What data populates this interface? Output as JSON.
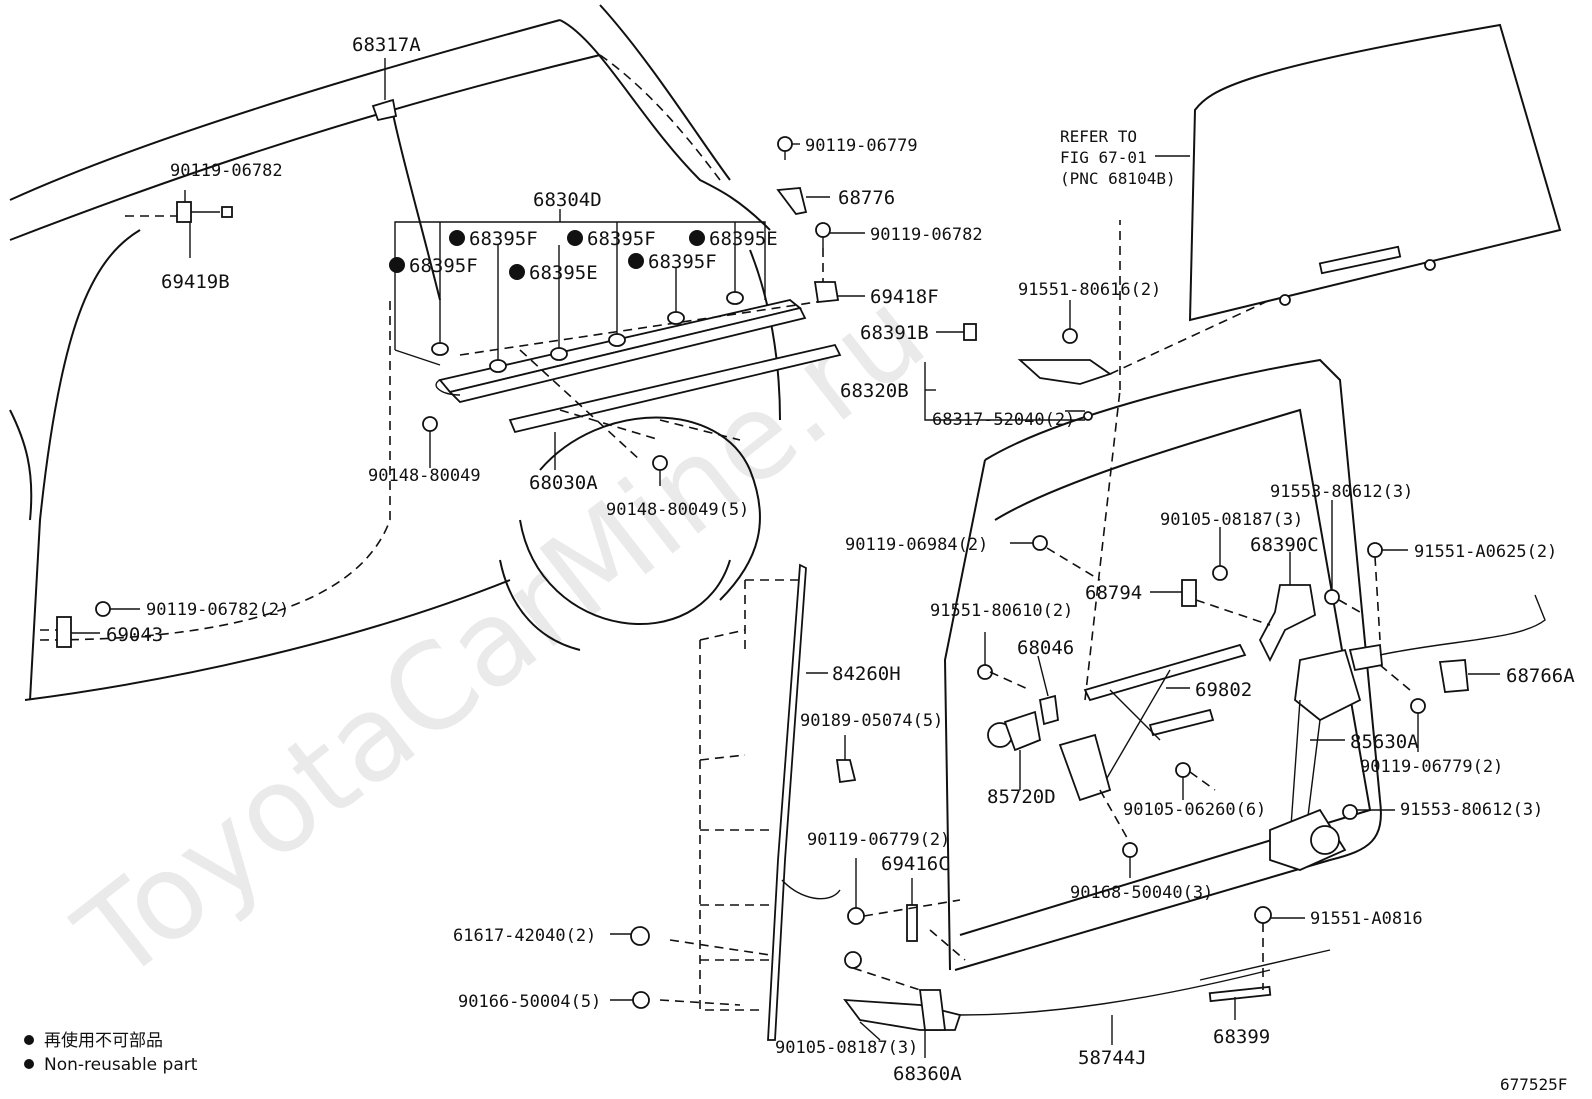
{
  "watermark": "ToyotaCarMine.ru",
  "figure_code": "677525F",
  "labels": {
    "p68317A": "68317A",
    "p90119_06782_top": "90119-06782",
    "p69419B": "69419B",
    "p68304D": "68304D",
    "p68395F_1": "68395F",
    "p68395F_2": "68395F",
    "p68395F_3": "68395F",
    "p68395F_4": "68395F",
    "p68395E_1": "68395E",
    "p68395E_2": "68395E",
    "p90119_06779_top": "90119-06779",
    "p68776": "68776",
    "p90119_06782_mid": "90119-06782",
    "p69418F": "69418F",
    "p68391B": "68391B",
    "p68320B": "68320B",
    "p68317_52040": "68317-52040(2)",
    "p91551_80616": "91551-80616(2)",
    "p90148_80049": "90148-80049",
    "p68030A": "68030A",
    "p90148_80049_5": "90148-80049(5)",
    "p90119_06782_2": "90119-06782(2)",
    "p69043": "69043",
    "p84260H": "84260H",
    "p90189_05074": "90189-05074(5)",
    "p90119_06779_2_left": "90119-06779(2)",
    "p69416C": "69416C",
    "p61617_42040": "61617-42040(2)",
    "p90166_50004": "90166-50004(5)",
    "p90105_08187_3_bottom": "90105-08187(3)",
    "p68360A": "68360A",
    "p58744J": "58744J",
    "p68399": "68399",
    "p91551_A0816": "91551-A0816",
    "p90168_50040": "90168-50040(3)",
    "p90105_06260": "90105-06260(6)",
    "p85720D": "85720D",
    "p68046": "68046",
    "p69802": "69802",
    "p91551_80610": "91551-80610(2)",
    "p90119_06984": "90119-06984(2)",
    "p68794": "68794",
    "p90105_08187_3_top": "90105-08187(3)",
    "p68390C": "68390C",
    "p91553_80612_top": "91553-80612(3)",
    "p91551_A0625": "91551-A0625(2)",
    "p68766A": "68766A",
    "p85630A": "85630A",
    "p90119_06779_2_right": "90119-06779(2)",
    "p91553_80612_bottom": "91553-80612(3)"
  },
  "refer_note": {
    "line1": "REFER TO",
    "line2": "FIG 67-01",
    "line3": "(PNC 68104B)"
  },
  "legend": {
    "japanese": "再使用不可部品",
    "english": "Non-reusable part"
  }
}
